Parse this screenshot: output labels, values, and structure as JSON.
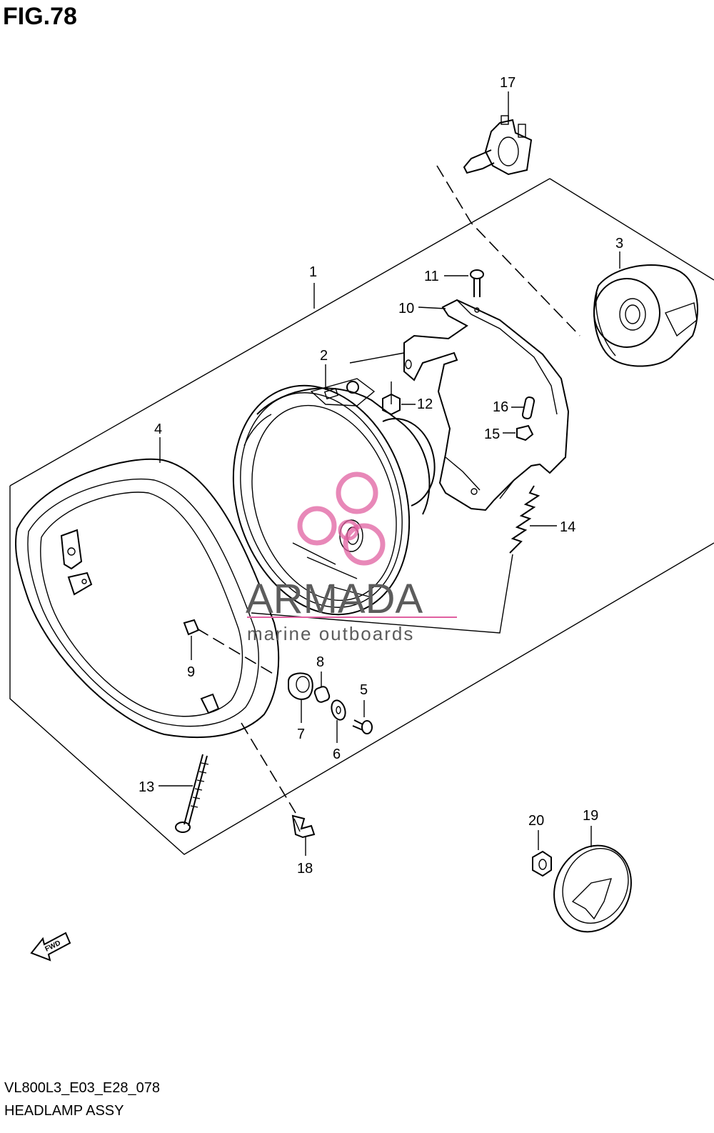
{
  "figure": {
    "title": "FIG.78",
    "code": "VL800L3_E03_E28_078",
    "name": "HEADLAMP ASSY"
  },
  "callouts": {
    "c1": "1",
    "c2": "2",
    "c3": "3",
    "c4": "4",
    "c5": "5",
    "c6": "6",
    "c7": "7",
    "c8": "8",
    "c9": "9",
    "c10": "10",
    "c11": "11",
    "c12": "12",
    "c13": "13",
    "c14": "14",
    "c15": "15",
    "c16": "16",
    "c17": "17",
    "c18": "18",
    "c19": "19",
    "c20": "20"
  },
  "fwd_label": "FWD",
  "watermark": {
    "brand": "ARMADA",
    "tagline": "marine outboards",
    "brand_color": "#5c5c5c",
    "logo_color": "#e060a0"
  }
}
